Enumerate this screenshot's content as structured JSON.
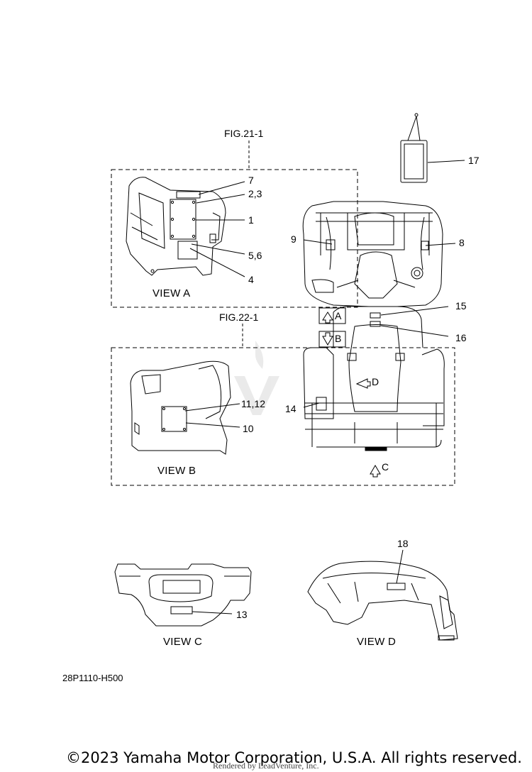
{
  "figures": {
    "fig21": "FIG.21-1",
    "fig22": "FIG.22-1"
  },
  "views": {
    "a": "VIEW A",
    "b": "VIEW B",
    "c": "VIEW C",
    "d": "VIEW D"
  },
  "arrows": {
    "a": "A",
    "b": "B",
    "c": "C",
    "d": "D"
  },
  "callouts": {
    "c1": "1",
    "c23": "2,3",
    "c4": "4",
    "c56": "5,6",
    "c7": "7",
    "c8": "8",
    "c9": "9",
    "c10": "10",
    "c1112": "11,12",
    "c13": "13",
    "c14": "14",
    "c15": "15",
    "c16": "16",
    "c17": "17",
    "c18": "18"
  },
  "diagram_code": "28P1110-H500",
  "copyright": "©2023 Yamaha Motor Corporation, U.S.A. All rights reserved.",
  "rendered_by": "Rendered by LeadVenture, Inc."
}
